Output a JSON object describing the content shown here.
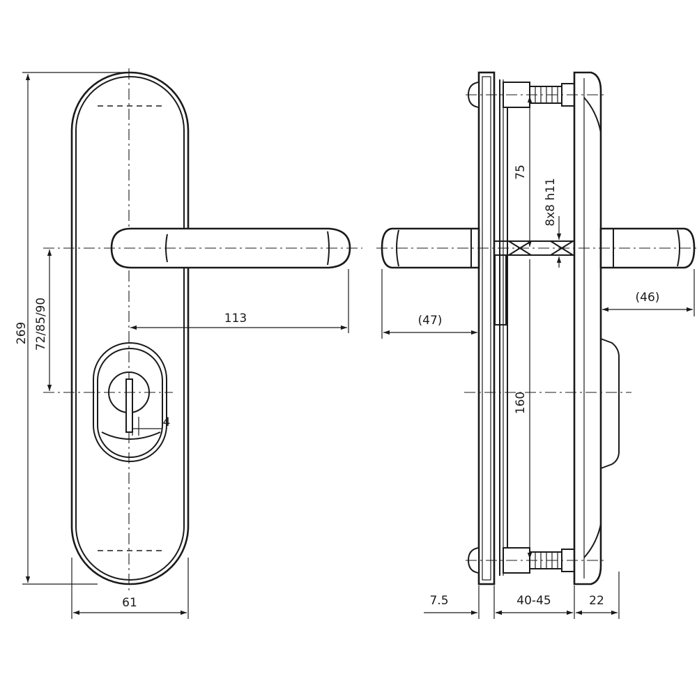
{
  "dimensions": {
    "total_height": "269",
    "spindle_to_key": "72/85/90",
    "lever_length": "113",
    "plate_width": "61",
    "key_offset": "4",
    "lever_outer_left": "(47)",
    "lever_outer_right": "(46)",
    "bolt_distance_top": "75",
    "spindle_size": "8x8  h11",
    "bolt_distance": "160",
    "plate_thickness": "7.5",
    "door_thickness": "40-45",
    "inner_thickness": "22"
  }
}
